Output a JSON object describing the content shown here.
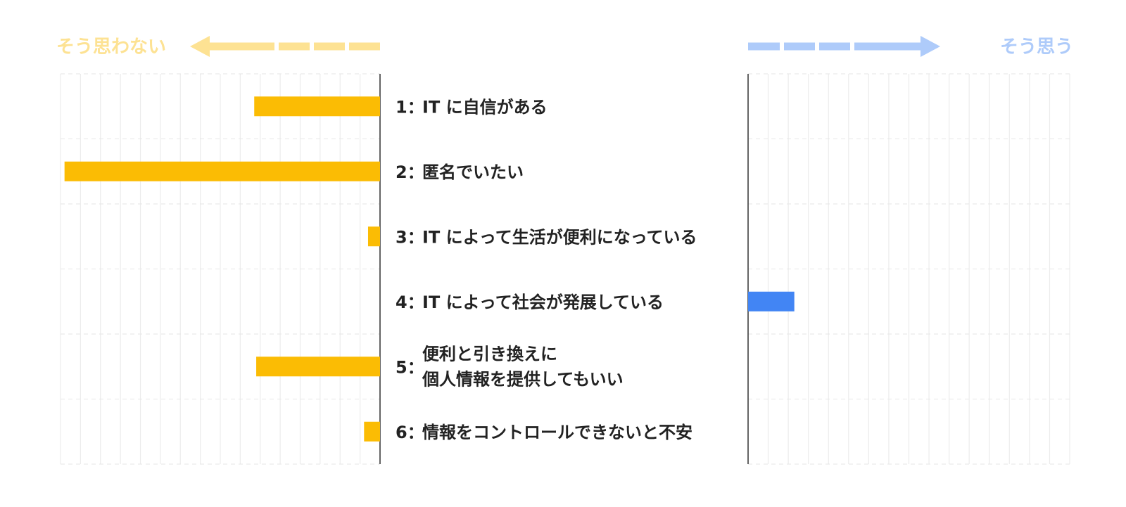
{
  "chart_data": {
    "type": "bar",
    "orientation": "horizontal-diverging",
    "left_label": "そう思わない",
    "right_label": "そう思う",
    "colors": {
      "negative": "#FBBC04",
      "positive": "#4285F4",
      "negative_arrow": "#FDE293",
      "positive_arrow": "#AECBFA",
      "text": "#222222"
    },
    "range": [
      -16,
      16
    ],
    "categories": [
      {
        "num": "1：",
        "lines": [
          "IT に自信がある"
        ]
      },
      {
        "num": "2：",
        "lines": [
          "匿名でいたい"
        ]
      },
      {
        "num": "3：",
        "lines": [
          "IT によって生活が便利になっている"
        ]
      },
      {
        "num": "4：",
        "lines": [
          "IT によって社会が発展している"
        ]
      },
      {
        "num": "5：",
        "lines": [
          "便利と引き換えに",
          "個人情報を提供してもいい"
        ]
      },
      {
        "num": "6：",
        "lines": [
          "情報をコントロールできないと不安"
        ]
      }
    ],
    "values": [
      -6.3,
      -15.8,
      -0.6,
      2.3,
      -6.2,
      -0.8
    ],
    "grid": true
  }
}
